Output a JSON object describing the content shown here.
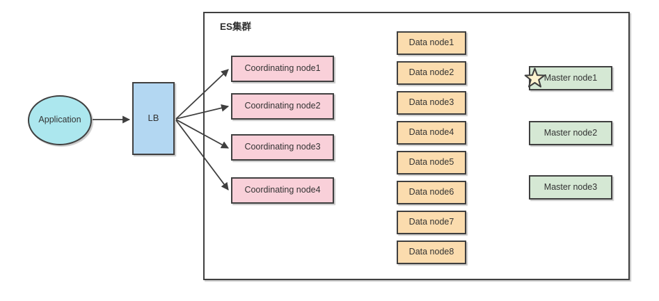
{
  "diagram": {
    "cluster_label": "ES集群",
    "application_label": "Application",
    "lb_label": "LB",
    "coordinating_nodes": [
      "Coordinating node1",
      "Coordinating node2",
      "Coordinating node3",
      "Coordinating node4"
    ],
    "data_nodes": [
      "Data node1",
      "Data node2",
      "Data node3",
      "Data node4",
      "Data node5",
      "Data node6",
      "Data node7",
      "Data node8"
    ],
    "master_nodes": [
      "Master node1",
      "Master node2",
      "Master node3"
    ],
    "master_star_on": "Master node1",
    "colors": {
      "application_fill": "#ace7ee",
      "lb_fill": "#b3d7f2",
      "coordinating_fill": "#f9d0d9",
      "data_fill": "#fbdcae",
      "master_fill": "#d5e8d4",
      "star_fill": "#fdf3cf",
      "border": "#3f3f3f",
      "text": "#333333"
    }
  }
}
